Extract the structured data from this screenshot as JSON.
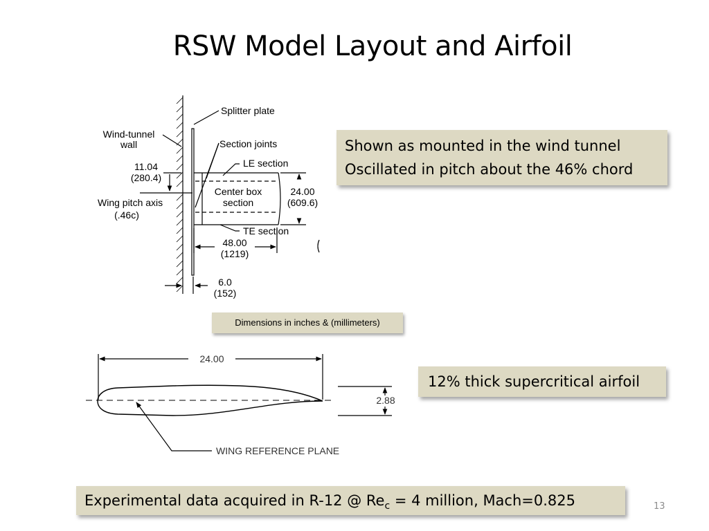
{
  "slide": {
    "title": "RSW Model Layout and Airfoil",
    "page_number": "13"
  },
  "callouts": {
    "mounting_line1": "Shown as mounted in the wind tunnel",
    "mounting_line2": "Oscillated in pitch about the 46% chord",
    "airfoil": "12% thick supercritical airfoil",
    "conditions_pre": "Experimental data acquired in R-12 @ Re",
    "conditions_sub": "c",
    "conditions_post": " = 4 million, Mach=0.825"
  },
  "layout_diagram": {
    "wind_tunnel_wall_1": "Wind-tunnel",
    "wind_tunnel_wall_2": "wall",
    "splitter_plate": "Splitter plate",
    "section_joints": "Section joints",
    "le_section": "LE section",
    "te_section": "TE section",
    "center_box_1": "Center box",
    "center_box_2": "section",
    "wing_pitch_axis_1": "Wing pitch axis",
    "wing_pitch_axis_2": "(.46c)",
    "dim_pitch_in": "11.04",
    "dim_pitch_mm": "(280.4)",
    "dim_chord_in": "24.00",
    "dim_chord_mm": "(609.6)",
    "dim_span_in": "48.00",
    "dim_span_mm": "(1219)",
    "dim_plate_in": "6.0",
    "dim_plate_mm": "(152)",
    "units_note": "Dimensions in inches & (millimeters)"
  },
  "airfoil_diagram": {
    "chord": "24.00",
    "thickness": "2.88",
    "reference_plane": "WING REFERENCE PLANE"
  }
}
